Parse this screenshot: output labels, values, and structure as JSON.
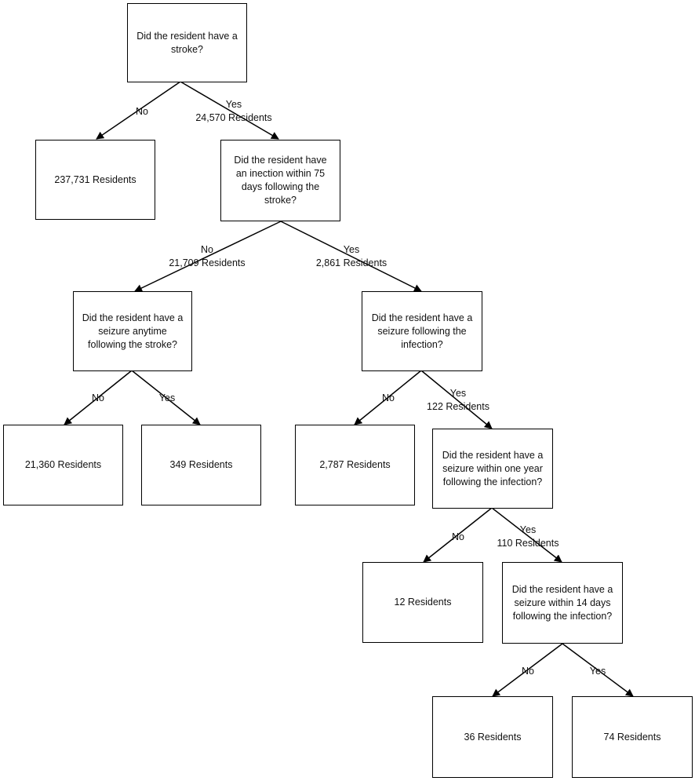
{
  "nodes": {
    "q_stroke": "Did the resident have a stroke?",
    "r_237731": "237,731 Residents",
    "q_infection": "Did the resident have an inection within 75 days following the stroke?",
    "q_seizure_anytime": "Did the resident have a seizure anytime following the stroke?",
    "q_seizure_after_infection": "Did the resident have a seizure following the infection?",
    "r_21360": "21,360 Residents",
    "r_349": "349 Residents",
    "r_2787": "2,787 Residents",
    "q_seizure_one_year": "Did the resident have a seizure within one year following the infection?",
    "r_12": "12 Residents",
    "q_seizure_14_days": "Did the resident have a seizure within 14 days following the infection?",
    "r_36": "36 Residents",
    "r_74": "74 Residents"
  },
  "edges": {
    "stroke_no": {
      "answer": "No",
      "count": ""
    },
    "stroke_yes": {
      "answer": "Yes",
      "count": "24,570 Residents"
    },
    "infection_no": {
      "answer": "No",
      "count": "21,709 Residents"
    },
    "infection_yes": {
      "answer": "Yes",
      "count": "2,861 Residents"
    },
    "anytime_no": {
      "answer": "No",
      "count": ""
    },
    "anytime_yes": {
      "answer": "Yes",
      "count": ""
    },
    "after_infection_no": {
      "answer": "No",
      "count": ""
    },
    "after_infection_yes": {
      "answer": "Yes",
      "count": "122 Residents"
    },
    "one_year_no": {
      "answer": "No",
      "count": ""
    },
    "one_year_yes": {
      "answer": "Yes",
      "count": "110 Residents"
    },
    "days14_no": {
      "answer": "No",
      "count": ""
    },
    "days14_yes": {
      "answer": "Yes",
      "count": ""
    }
  },
  "colors": {
    "line": "#000000",
    "box_border": "#000000",
    "background": "#ffffff"
  }
}
